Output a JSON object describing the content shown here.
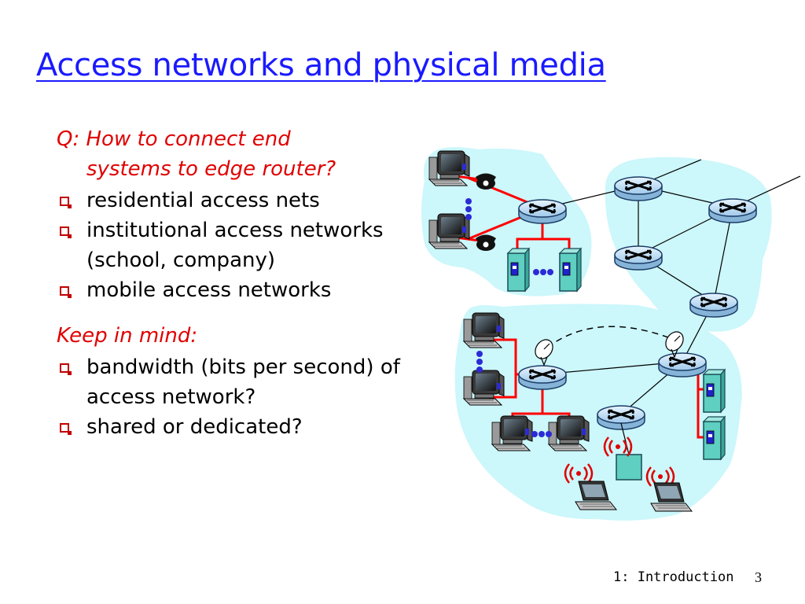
{
  "slide": {
    "title": "Access networks and physical media",
    "question_lines": [
      "Q: How to connect end",
      "systems to edge router?"
    ],
    "bullets_1": [
      "residential access nets",
      "institutional access networks (school, company)",
      "mobile access networks"
    ],
    "keep_in_mind": "Keep in mind:",
    "bullets_2": [
      "bandwidth (bits per second) of access network?",
      "shared or dedicated?"
    ]
  },
  "footer": {
    "label": "1: Introduction",
    "page_number": "3"
  },
  "colors": {
    "title": "#1a1aff",
    "emphasis": "#e00000",
    "cloud": "#ccf7fb",
    "link_red": "#ff0000",
    "dots": "#2b2bd6",
    "router_fill": "#bfe3f7",
    "server_fill": "#5ecfc0"
  },
  "icons": [
    "computer-icon",
    "telephone-icon",
    "router-icon",
    "server-icon",
    "satellite-dish-icon",
    "laptop-icon",
    "wireless-signal-icon",
    "access-point-icon"
  ]
}
